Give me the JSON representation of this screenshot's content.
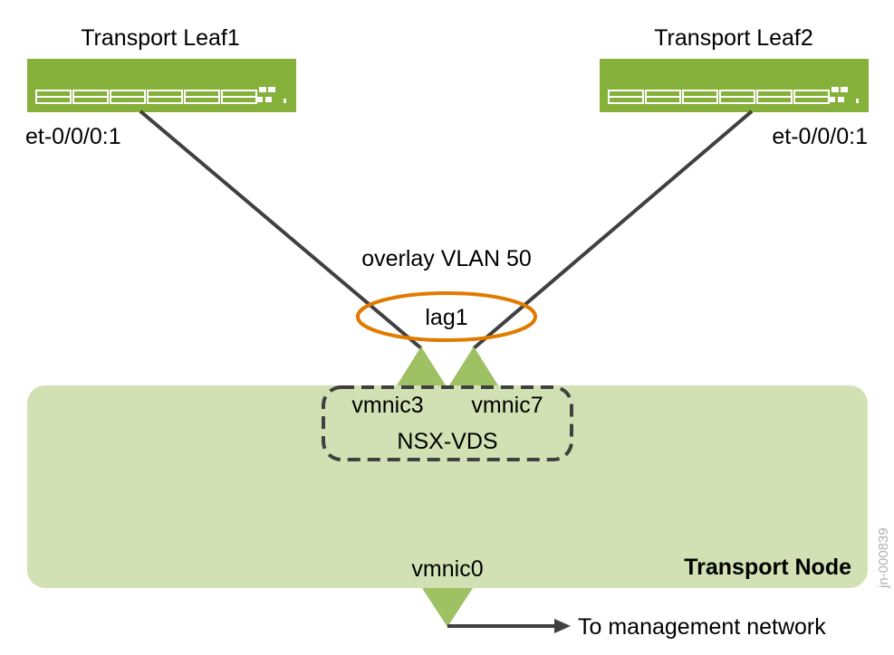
{
  "leaf1": {
    "title": "Transport Leaf1",
    "port": "et-0/0/0:1"
  },
  "leaf2": {
    "title": "Transport Leaf2",
    "port": "et-0/0/0:1"
  },
  "overlay_label": "overlay VLAN 50",
  "lag_label": "lag1",
  "vds": {
    "nic_left": "vmnic3",
    "nic_right": "vmnic7",
    "name": "NSX-VDS"
  },
  "node": {
    "name": "Transport Node",
    "mgmt_nic": "vmnic0"
  },
  "mgmt_arrow_label": "To management network",
  "watermark": "jn-000839",
  "colors": {
    "switch": "#85b03a",
    "node_fill": "#d2e1b3",
    "triangle": "#9dc163",
    "lag": "#e07b00",
    "line": "#404040"
  }
}
